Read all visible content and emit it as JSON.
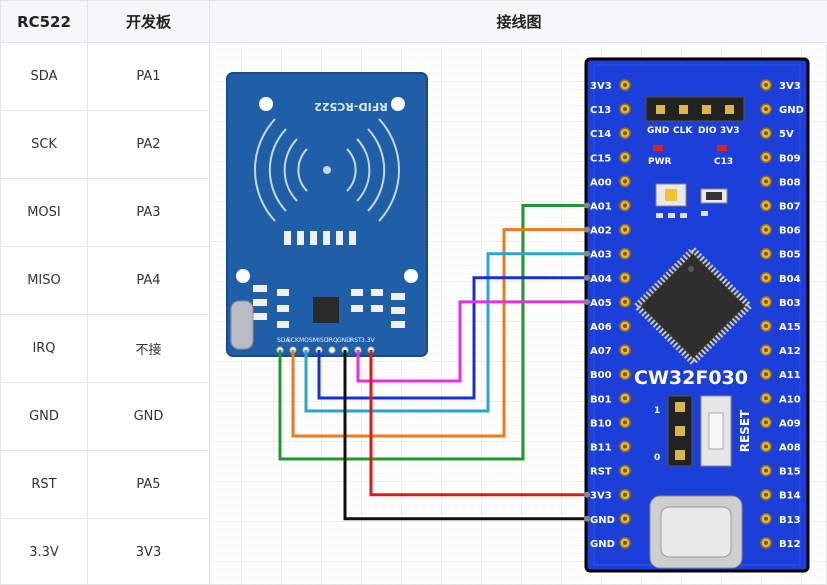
{
  "table": {
    "headers": [
      "RC522",
      "开发板",
      "接线图"
    ],
    "rows": [
      {
        "rc522": "SDA",
        "board": "PA1"
      },
      {
        "rc522": "SCK",
        "board": "PA2"
      },
      {
        "rc522": "MOSI",
        "board": "PA3"
      },
      {
        "rc522": "MISO",
        "board": "PA4"
      },
      {
        "rc522": "IRQ",
        "board": "不接"
      },
      {
        "rc522": "GND",
        "board": "GND"
      },
      {
        "rc522": "RST",
        "board": "PA5"
      },
      {
        "rc522": "3.3V",
        "board": "3V3"
      }
    ]
  },
  "rfid": {
    "title": "RFID-RC522",
    "pins": [
      "SDA",
      "SCK",
      "MOSI",
      "MISO",
      "IRQ",
      "GND",
      "RST",
      "3.3V"
    ]
  },
  "board": {
    "name": "CW32F030",
    "reset_label": "RESET",
    "jumper_0": "0",
    "jumper_1": "1",
    "header_labels": [
      "GND",
      "CLK",
      "DIO",
      "3V3"
    ],
    "pwr_label": "PWR",
    "c13_label": "C13",
    "left_pins": [
      "3V3",
      "C13",
      "C14",
      "C15",
      "A00",
      "A01",
      "A02",
      "A03",
      "A04",
      "A05",
      "A06",
      "A07",
      "B00",
      "B01",
      "B10",
      "B11",
      "RST",
      "3V3",
      "GND",
      "GND"
    ],
    "right_pins": [
      "3V3",
      "GND",
      "5V",
      "B09",
      "B08",
      "B07",
      "B06",
      "B05",
      "B04",
      "B03",
      "A15",
      "A12",
      "A11",
      "A10",
      "A09",
      "A08",
      "B15",
      "B14",
      "B13",
      "B12"
    ]
  },
  "wires": [
    {
      "from": "SDA",
      "to": "A01",
      "color": "#1f9a2e"
    },
    {
      "from": "SCK",
      "to": "A02",
      "color": "#f07a18"
    },
    {
      "from": "MOSI",
      "to": "A03",
      "color": "#2aa6d6"
    },
    {
      "from": "MISO",
      "to": "A04",
      "color": "#1430d8"
    },
    {
      "from": "RST",
      "to": "A05",
      "color": "#e82ee0"
    },
    {
      "from": "3.3V",
      "to": "3V3",
      "color": "#e01818"
    },
    {
      "from": "GND",
      "to": "GND",
      "color": "#111111"
    }
  ]
}
